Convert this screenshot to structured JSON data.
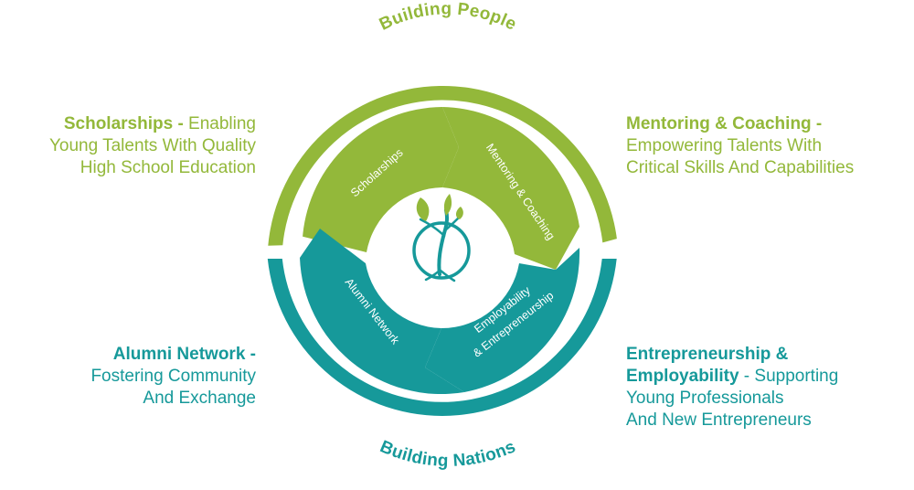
{
  "arcs": {
    "top": "Building People",
    "bottom": "Building Nations"
  },
  "segments": {
    "scholarships": "Scholarships",
    "mentoring": "Mentoring & Coaching",
    "employability_line1": "Employability",
    "employability_line2": "& Entrepreneurship",
    "alumni": "Alumni Network"
  },
  "callouts": {
    "scholarships": {
      "head": "Scholarships -",
      "line1": "Enabling",
      "line2": "Young Talents With Quality",
      "line3": "High School Education"
    },
    "mentoring": {
      "head": "Mentoring & Coaching -",
      "line2": "Empowering Talents With",
      "line3": "Critical Skills And Capabilities"
    },
    "alumni": {
      "head": "Alumni Network -",
      "line2": "Fostering Community",
      "line3": "And Exchange"
    },
    "entrepreneurship": {
      "head1": "Entrepreneurship &",
      "head2": "Employability",
      "line1": " - Supporting",
      "line2": "Young Professionals",
      "line3": "And New Entrepreneurs"
    }
  },
  "colors": {
    "green": "#93b83a",
    "teal": "#16999a",
    "background": "#ffffff"
  },
  "icons": [
    "sprout-icon"
  ]
}
